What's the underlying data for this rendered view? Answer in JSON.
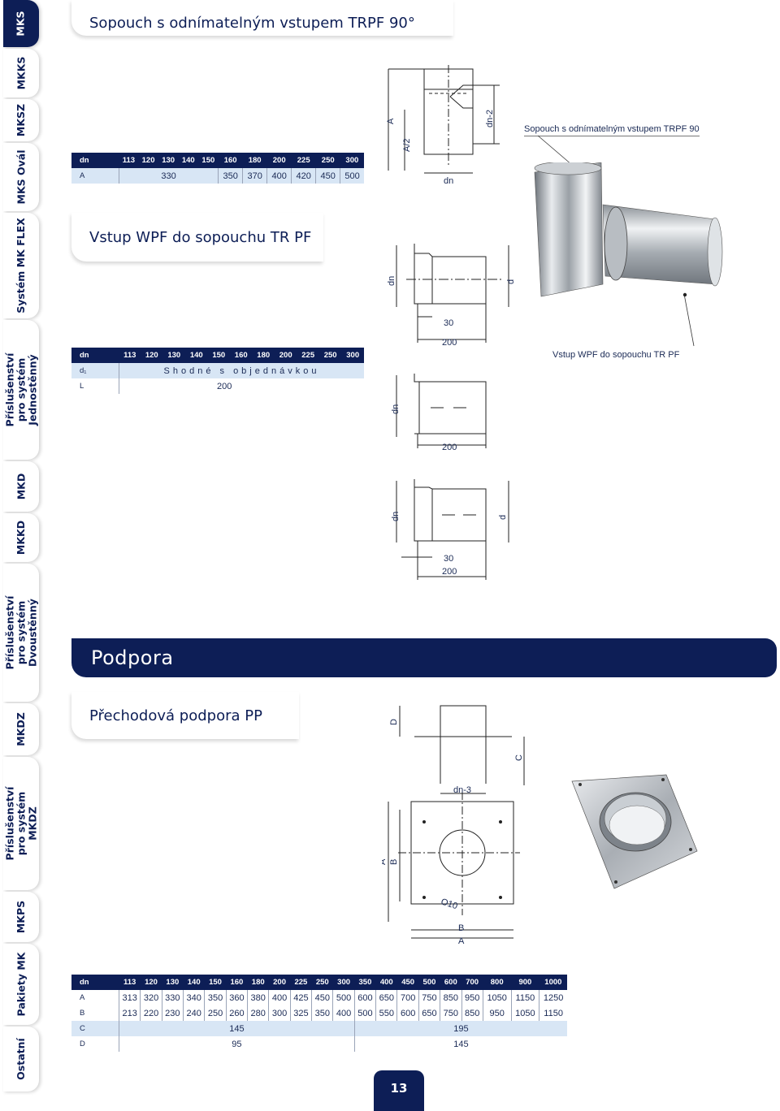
{
  "sidebar": {
    "tabs": [
      {
        "label": "MKS",
        "active": true
      },
      {
        "label": "MKKS"
      },
      {
        "label": "MKSZ"
      },
      {
        "label": "MKS Ovál"
      },
      {
        "label": "Systém MK FLEX"
      },
      {
        "label": "Příslušenství pro systém Jednostěnný"
      },
      {
        "label": "MKD"
      },
      {
        "label": "MKKD"
      },
      {
        "label": "Příslušenství pro systém Dvoustěnný"
      },
      {
        "label": "MKDZ"
      },
      {
        "label": "Příslušenství pro systém MKDZ"
      },
      {
        "label": "MKPS"
      },
      {
        "label": "Pakiety MK"
      },
      {
        "label": "Ostatní"
      }
    ]
  },
  "section1": {
    "title": "Sopouch s odnímatelným vstupem TRPF 90°",
    "table": {
      "header": [
        "dn",
        "113",
        "120",
        "130",
        "140",
        "150",
        "160",
        "180",
        "200",
        "225",
        "250",
        "300"
      ],
      "row_a_label": "A",
      "row_a_merged": "330",
      "row_a_values": [
        "350",
        "370",
        "400",
        "420",
        "450",
        "500"
      ]
    },
    "drawing": {
      "A": "A",
      "A2": "A/2",
      "dn2": "dn-2",
      "dn": "dn"
    },
    "callout": "Sopouch s odnímatelným vstupem TRPF 90"
  },
  "section2": {
    "title": "Vstup WPF do sopouchu TR PF",
    "table": {
      "header": [
        "dn",
        "113",
        "120",
        "130",
        "140",
        "150",
        "160",
        "180",
        "200",
        "225",
        "250",
        "300"
      ],
      "row_d1_label": "d₁",
      "row_d1_text": "Shodné s objednávkou",
      "row_l_label": "L",
      "row_l_text": "200"
    },
    "drawing": {
      "dn": "dn",
      "d": "d",
      "v30": "30",
      "v200": "200"
    },
    "callout": "Vstup WPF do sopouchu TR PF"
  },
  "banner": {
    "title": "Podpora"
  },
  "section3": {
    "title": "Přechodová podpora PP",
    "drawing": {
      "D": "D",
      "C": "C",
      "dn3": "dn-3",
      "A": "A",
      "B": "B",
      "hole": "O10"
    },
    "table": {
      "header": [
        "dn",
        "113",
        "120",
        "130",
        "140",
        "150",
        "160",
        "180",
        "200",
        "225",
        "250",
        "300",
        "350",
        "400",
        "450",
        "500",
        "600",
        "700",
        "800",
        "900",
        "1000"
      ],
      "row_a_label": "A",
      "row_a": [
        "313",
        "320",
        "330",
        "340",
        "350",
        "360",
        "380",
        "400",
        "425",
        "450",
        "500",
        "600",
        "650",
        "700",
        "750",
        "850",
        "950",
        "1050",
        "1150",
        "1250"
      ],
      "row_b_label": "B",
      "row_b": [
        "213",
        "220",
        "230",
        "240",
        "250",
        "260",
        "280",
        "300",
        "325",
        "350",
        "400",
        "500",
        "550",
        "600",
        "650",
        "750",
        "850",
        "950",
        "1050",
        "1150"
      ],
      "row_c_label": "C",
      "row_c": [
        "145",
        "195"
      ],
      "row_d_label": "D",
      "row_d": [
        "95",
        "145"
      ]
    }
  },
  "page_number": "13"
}
